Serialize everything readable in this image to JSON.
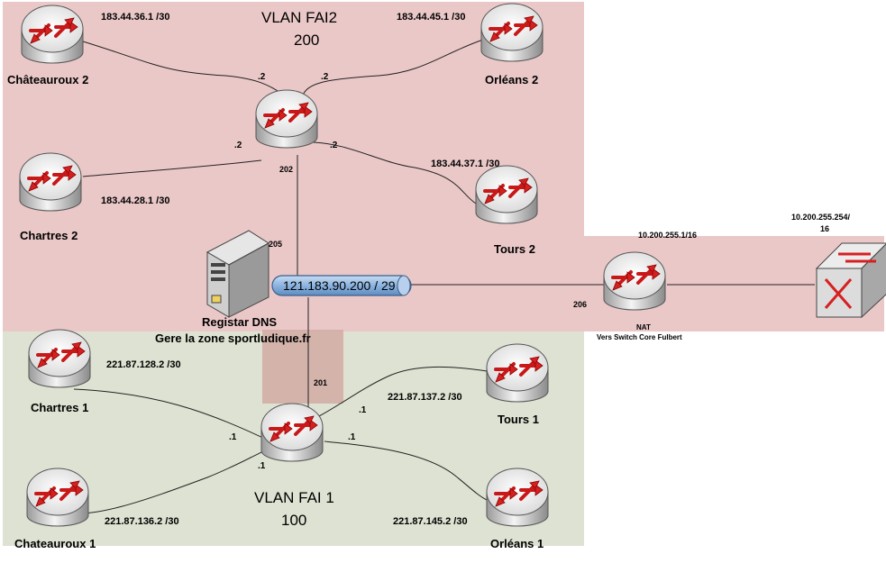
{
  "zones": {
    "fai2": {
      "title": "VLAN FAI2",
      "number": "200",
      "color": "#ebc8c8"
    },
    "fai1": {
      "title": "VLAN FAI 1",
      "number": "100",
      "color": "#dde2d2"
    },
    "wan_color": "#ebc8c8",
    "dns_zone_color": "#d2aaa4"
  },
  "routers": {
    "chateauroux2": {
      "name": "Châteauroux 2",
      "ip": "183.44.36.1  /30",
      "hub_ip": ".2"
    },
    "orleans2": {
      "name": "Orléans 2",
      "ip": "183.44.45.1  /30",
      "hub_ip": ".2"
    },
    "chartres2": {
      "name": "Chartres 2",
      "ip": "183.44.28.1  /30",
      "hub_ip": ".2"
    },
    "tours2": {
      "name": "Tours 2",
      "ip": "183.44.37.1  /30",
      "hub_ip": ".2"
    },
    "chartres1": {
      "name": "Chartres 1",
      "ip": "221.87.128.2  /30",
      "hub_ip": ".1"
    },
    "tours1": {
      "name": "Tours 1",
      "ip": "221.87.137.2  /30",
      "hub_ip": ".1"
    },
    "chateauroux1": {
      "name": "Chateauroux 1",
      "ip": "221.87.136.2  /30",
      "hub_ip": ".1"
    },
    "orleans1": {
      "name": "Orléans 1",
      "ip": "221.87.145.2  /30",
      "hub_ip": ".1"
    }
  },
  "hub2": {
    "id": "202"
  },
  "hub1": {
    "id": "201"
  },
  "bus": {
    "label": "121.183.90.200 / 29"
  },
  "dns": {
    "id": "205",
    "name": "Registar DNS",
    "desc": "Gere la zone sportludique.fr"
  },
  "nat": {
    "id": "206",
    "ip": "10.200.255.1/16",
    "name": "NAT",
    "desc": "Vers Switch Core Fulbert"
  },
  "core_switch": {
    "ip_line1": "10.200.255.254/",
    "ip_line2": "16"
  },
  "icons": {
    "router": "router-icon",
    "server": "server-icon",
    "switch": "multilayer-switch-icon"
  },
  "colors": {
    "router_arrow": "#d62020",
    "bus_fill": "#8cb4e0"
  }
}
